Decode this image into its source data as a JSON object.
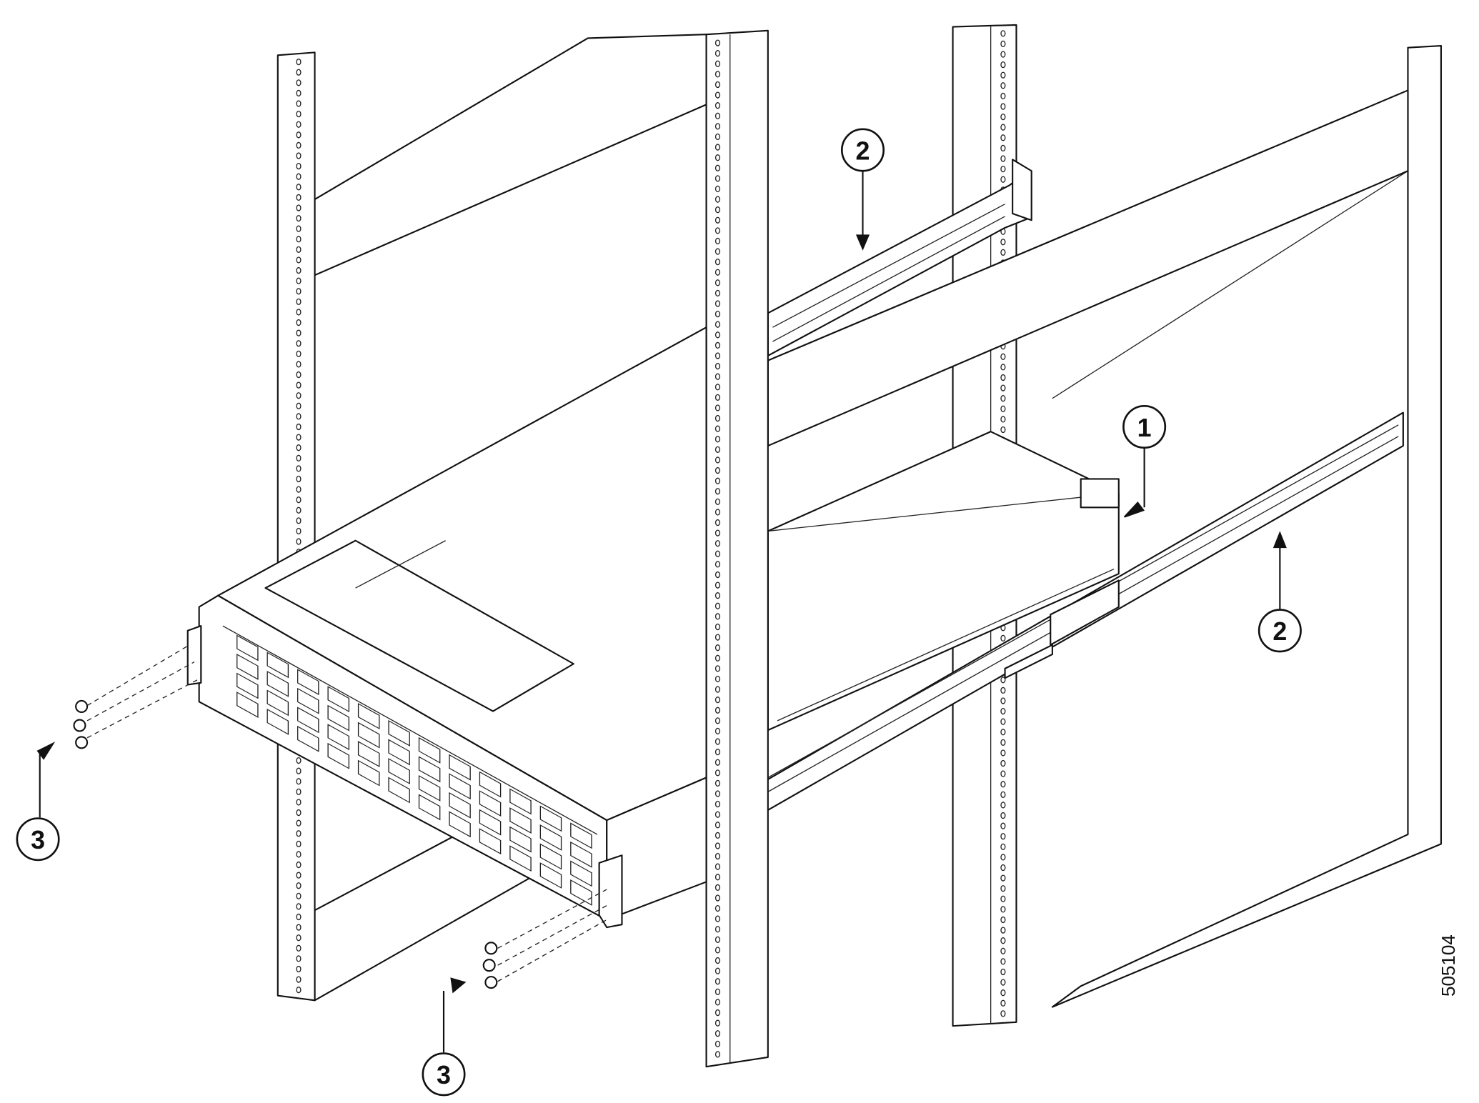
{
  "figure": {
    "title": "Installing switch chassis into rack with slider rails",
    "callouts": [
      {
        "id": "callout-1",
        "label": "1"
      },
      {
        "id": "callout-2-top",
        "label": "2"
      },
      {
        "id": "callout-2-right",
        "label": "2"
      },
      {
        "id": "callout-3-left",
        "label": "3"
      },
      {
        "id": "callout-3-bottom",
        "label": "3"
      }
    ],
    "figure_number": "505104"
  }
}
